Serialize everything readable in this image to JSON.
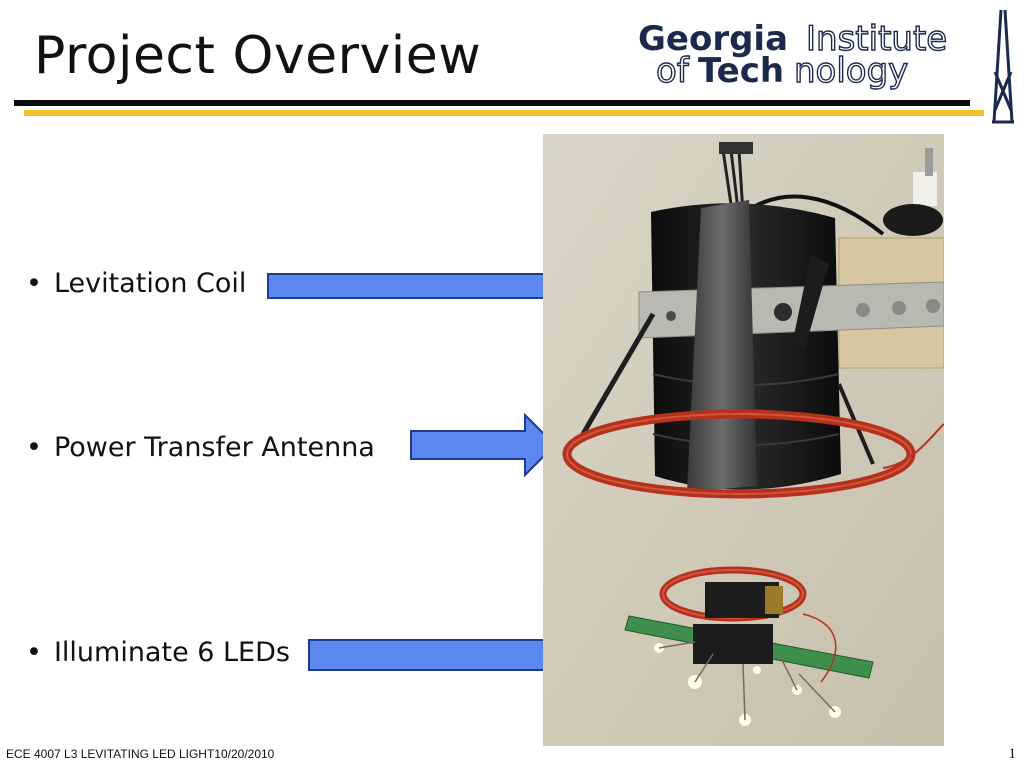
{
  "slide": {
    "title": "Project Overview",
    "page_number": "1"
  },
  "logo": {
    "word1": "Georgia",
    "word2": "Institute",
    "word3": "of",
    "word4": "Tech",
    "word5": "nology"
  },
  "bullets": [
    {
      "text": "Levitation Coil"
    },
    {
      "text": "Power Transfer Antenna"
    },
    {
      "text": "Illuminate 6 LEDs"
    }
  ],
  "footer": {
    "left_text": "ECE 4007 L3  LEVITATING LED LIGHT10/20/2010"
  },
  "colors": {
    "accent_gold": "#f2c12e",
    "arrow_fill": "#5b87ee",
    "arrow_stroke": "#1d3b8f",
    "coil_copper": "#b5311e"
  },
  "icons": {
    "arrow": "arrow-right-icon",
    "photo": "levitating-led-photo"
  }
}
